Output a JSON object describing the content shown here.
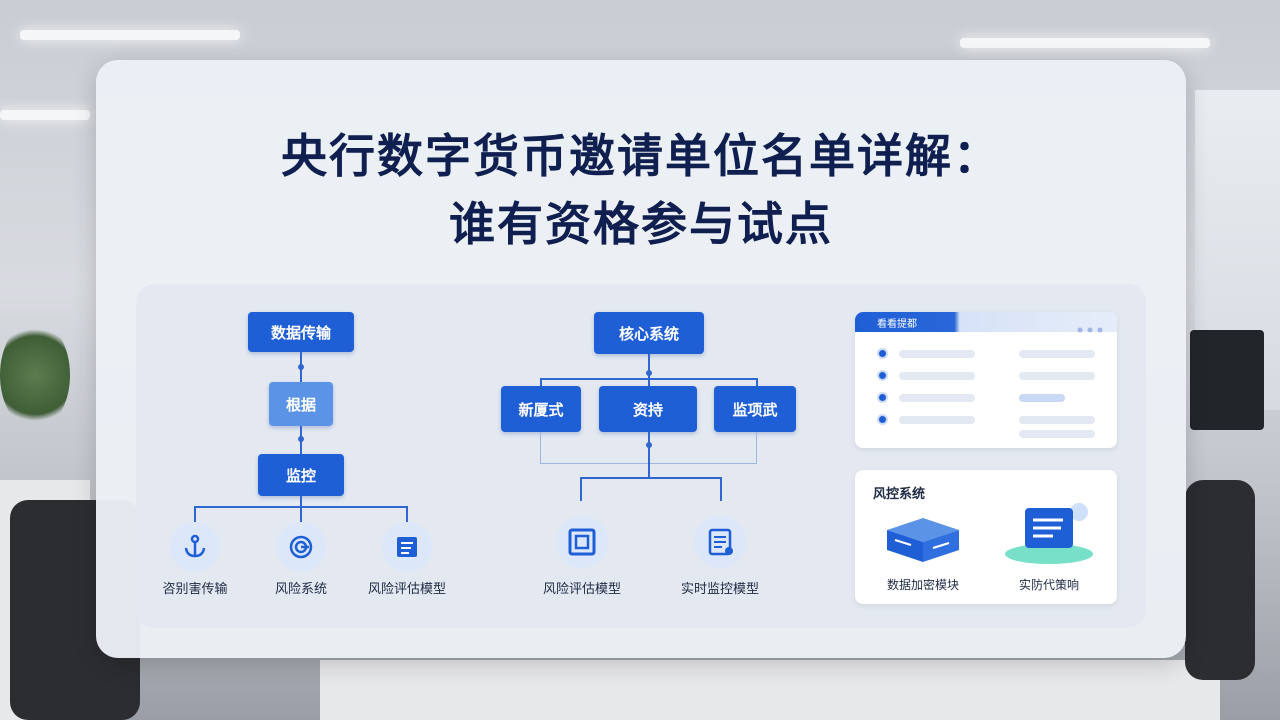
{
  "title": {
    "line1": "央行数字货币邀请单位名单详解：",
    "line2": "谁有资格参与试点"
  },
  "flow_left": {
    "top": "数据传输",
    "mid": "根据",
    "bottom": "监控",
    "icons": [
      {
        "label": "咨别害传输",
        "icon": "anchor-icon"
      },
      {
        "label": "风险系统",
        "icon": "spiral-icon"
      },
      {
        "label": "风险评估模型",
        "icon": "document-chart-icon"
      }
    ]
  },
  "flow_center": {
    "top": "核心系统",
    "left": "新厦式",
    "mid": "资持",
    "right": "监项武",
    "icons": [
      {
        "label": "风险评估模型",
        "icon": "framed-document-icon"
      },
      {
        "label": "实时监控模型",
        "icon": "report-icon"
      }
    ]
  },
  "window_panel": {
    "title": "看看提都",
    "rows": 4
  },
  "risk_panel": {
    "title": "风控系统",
    "items": [
      {
        "label": "数据加密模块",
        "icon": "server-box-icon"
      },
      {
        "label": "实防代策响",
        "icon": "monitor-icon"
      }
    ]
  },
  "colors": {
    "primary": "#1f5fd6",
    "light": "#5b93e6",
    "title": "#0f1f4f",
    "card": "#ecf0f6"
  }
}
